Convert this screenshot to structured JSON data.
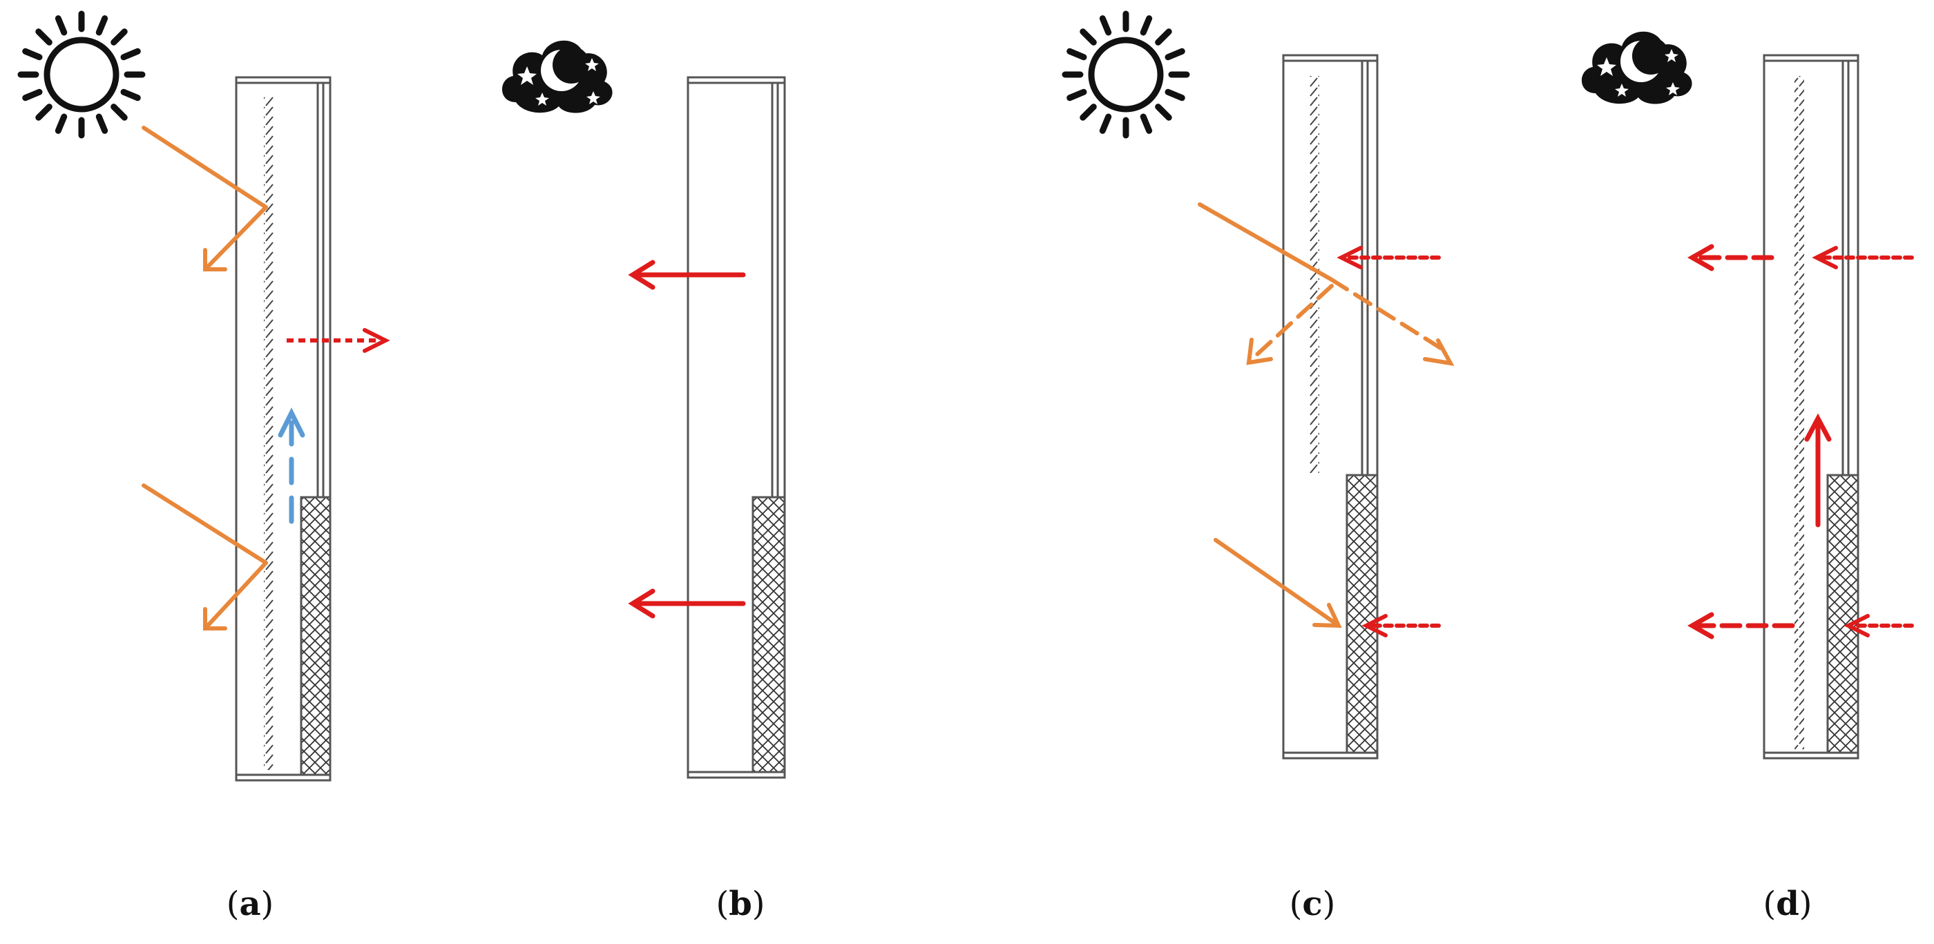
{
  "panels": [
    {
      "label_open": "(",
      "label_letter": "a",
      "label_close": ")",
      "condition_icon": "sun-icon"
    },
    {
      "label_open": "(",
      "label_letter": "b",
      "label_close": ")",
      "condition_icon": "moon-cloud-icon"
    },
    {
      "label_open": "(",
      "label_letter": "c",
      "label_close": ")",
      "condition_icon": "sun-icon"
    },
    {
      "label_open": "(",
      "label_letter": "d",
      "label_close": ")",
      "condition_icon": "moon-cloud-icon"
    }
  ],
  "colors": {
    "solar": "#e8873a",
    "heat": "#e01b1b",
    "air": "#5b9bd5",
    "line": "#555555",
    "icon": "#111111"
  }
}
